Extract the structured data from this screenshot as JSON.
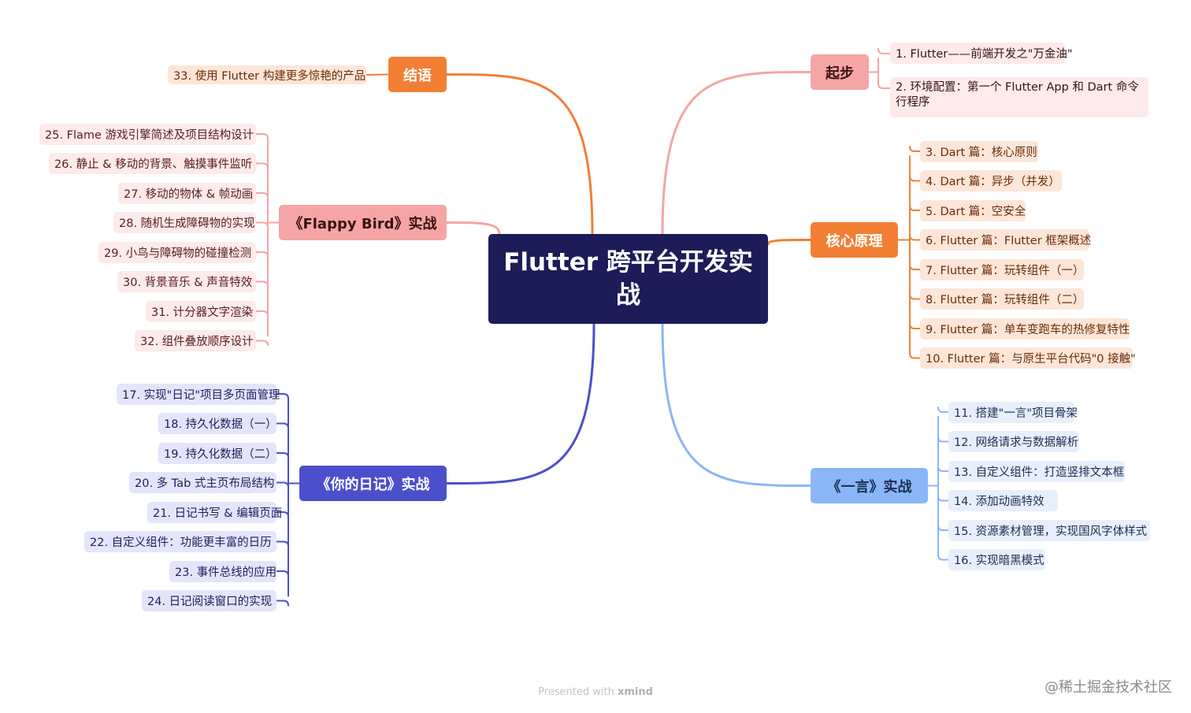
{
  "central_topic": "Flutter 跨平台开发实战",
  "footer": {
    "prefix": "Presented with",
    "brand": "xmind"
  },
  "watermark": "@稀土掘金技术社区",
  "branches": [
    {
      "id": "jieyu",
      "label": "结语",
      "color": "#f27f34",
      "items": [
        "33. 使用 Flutter 构建更多惊艳的产品"
      ]
    },
    {
      "id": "flappy",
      "label": "《Flappy Bird》实战",
      "color": "#f5a5a5",
      "items": [
        "25. Flame 游戏引擎简述及项目结构设计",
        "26. 静止 & 移动的背景、触摸事件监听",
        "27. 移动的物体 & 帧动画",
        "28. 随机生成障碍物的实现",
        "29. 小鸟与障碍物的碰撞检测",
        "30. 背景音乐 & 声音特效",
        "31. 计分器文字渲染",
        "32. 组件叠放顺序设计"
      ]
    },
    {
      "id": "diary",
      "label": "《你的日记》实战",
      "color": "#4b4fcb",
      "items": [
        "17. 实现\"日记\"项目多页面管理",
        "18. 持久化数据（一）",
        "19. 持久化数据（二）",
        "20. 多 Tab 式主页布局结构",
        "21. 日记书写 & 编辑页面",
        "22. 自定义组件：功能更丰富的日历",
        "23. 事件总线的应用",
        "24. 日记阅读窗口的实现"
      ]
    },
    {
      "id": "qibu",
      "label": "起步",
      "color": "#f5a5a5",
      "items": [
        "1. Flutter——前端开发之\"万金油\"",
        "2. 环境配置：第一个 Flutter App 和 Dart 命令行程序"
      ]
    },
    {
      "id": "hexin",
      "label": "核心原理",
      "color": "#f27f34",
      "items": [
        "3. Dart 篇：核心原则",
        "4. Dart 篇：异步（并发）",
        "5. Dart 篇：空安全",
        "6. Flutter 篇：Flutter 框架概述",
        "7. Flutter 篇：玩转组件（一）",
        "8. Flutter 篇：玩转组件（二）",
        "9. Flutter 篇：单车变跑车的热修复特性",
        "10. Flutter 篇：与原生平台代码\"0 接触\""
      ]
    },
    {
      "id": "yiyan",
      "label": "《一言》实战",
      "color": "#8ab6f7",
      "items": [
        "11. 搭建\"一言\"项目骨架",
        "12. 网络请求与数据解析",
        "13. 自定义组件：打造竖排文本框",
        "14. 添加动画特效",
        "15. 资源素材管理，实现国风字体样式",
        "16. 实现暗黑模式"
      ]
    }
  ]
}
